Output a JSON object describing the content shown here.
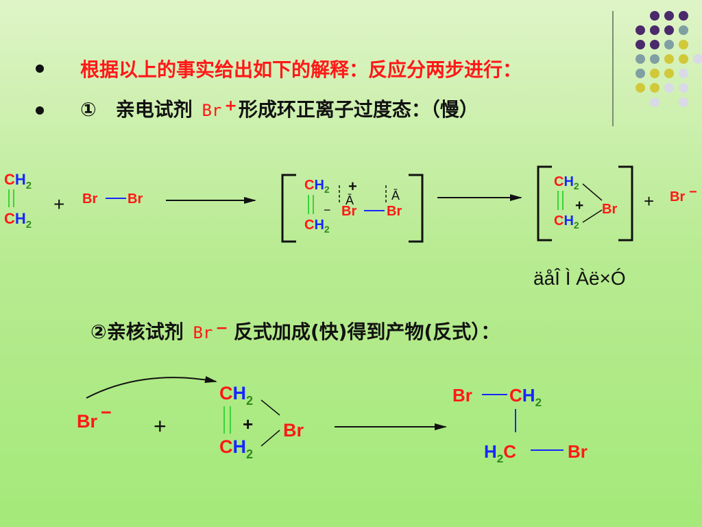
{
  "colors": {
    "red": "#ff1818",
    "blue": "#1726ff",
    "green_dark": "#2d8b1d",
    "double_bond": "#39d339",
    "black": "#111111"
  },
  "dot_grid": {
    "cells": [
      {
        "row": 0,
        "col": 2,
        "color": "#4b2a6b"
      },
      {
        "row": 0,
        "col": 3,
        "color": "#4b2a6b"
      },
      {
        "row": 0,
        "col": 4,
        "color": "#4b2a6b"
      },
      {
        "row": 1,
        "col": 1,
        "color": "#4b2a6b"
      },
      {
        "row": 1,
        "col": 2,
        "color": "#4b2a6b"
      },
      {
        "row": 1,
        "col": 3,
        "color": "#4b2a6b"
      },
      {
        "row": 1,
        "col": 4,
        "color": "#7f9fa2"
      },
      {
        "row": 2,
        "col": 1,
        "color": "#4b2a6b"
      },
      {
        "row": 2,
        "col": 2,
        "color": "#4b2a6b"
      },
      {
        "row": 2,
        "col": 3,
        "color": "#7f9fa2"
      },
      {
        "row": 2,
        "col": 4,
        "color": "#d1c83a"
      },
      {
        "row": 3,
        "col": 1,
        "color": "#7f9fa2"
      },
      {
        "row": 3,
        "col": 2,
        "color": "#7f9fa2"
      },
      {
        "row": 3,
        "col": 3,
        "color": "#d1c83a"
      },
      {
        "row": 3,
        "col": 4,
        "color": "#d1c83a"
      },
      {
        "row": 3,
        "col": 5,
        "color": "#d9d9e8"
      },
      {
        "row": 4,
        "col": 1,
        "color": "#7f9fa2"
      },
      {
        "row": 4,
        "col": 2,
        "color": "#d1c83a"
      },
      {
        "row": 4,
        "col": 3,
        "color": "#d1c83a"
      },
      {
        "row": 4,
        "col": 4,
        "color": "#d9d9e8"
      },
      {
        "row": 5,
        "col": 1,
        "color": "#d1c83a"
      },
      {
        "row": 5,
        "col": 2,
        "color": "#d1c83a"
      },
      {
        "row": 5,
        "col": 3,
        "color": "#d9d9e8"
      },
      {
        "row": 5,
        "col": 4,
        "color": "#d9d9e8"
      },
      {
        "row": 6,
        "col": 2,
        "color": "#d9d9e8"
      },
      {
        "row": 6,
        "col": 4,
        "color": "#d9d9e8"
      }
    ]
  },
  "text": {
    "line1": "根据以上的事实给出如下的解释：反应分两步进行：",
    "line2_prefix": "①　亲电试剂",
    "line2_reagent": "Br",
    "line2_charge": "+",
    "line2_suffix": "形成环正离子过度态：（慢）",
    "line3_prefix": "②亲核试剂",
    "line3_reagent": "Br",
    "line3_charge": "−",
    "line3_suffix": "反式加成(快)得到产物(反式）："
  },
  "reaction1": {
    "reactant_top": {
      "c": "C",
      "h": "H",
      "sub": "2"
    },
    "reactant_bottom": {
      "c": "C",
      "h": "H",
      "sub": "2"
    },
    "plus": "+",
    "br_left": "Br",
    "br_right": "Br",
    "ts1_top": {
      "c": "C",
      "h": "H",
      "sub": "2"
    },
    "ts1_bottom": {
      "c": "C",
      "h": "H",
      "sub": "2"
    },
    "ts1_plus": "+",
    "ts1_minus": "−",
    "ts1_a1": "Ā",
    "ts1_a2": "Ā",
    "ts1_br1": "Br",
    "ts1_br2": "Br",
    "ts2_top": {
      "c": "C",
      "h": "H",
      "sub": "2"
    },
    "ts2_bottom": {
      "c": "C",
      "h": "H",
      "sub": "2"
    },
    "ts2_plus": "+",
    "ts2_br": "Br",
    "plus2": "+",
    "br_minus": "Br",
    "br_minus_charge": "−",
    "garbled_label": "äåÎ Ì Àë×Ó"
  },
  "reaction2": {
    "br_minus": "Br",
    "br_minus_charge": "−",
    "plus": "+",
    "int_top": {
      "c": "C",
      "h": "H",
      "sub": "2"
    },
    "int_bottom": {
      "c": "C",
      "h": "H",
      "sub": "2"
    },
    "int_plus": "+",
    "int_br": "Br",
    "prod_br_top": "Br",
    "prod_top": {
      "c": "C",
      "h": "H",
      "sub": "2"
    },
    "prod_bottom": {
      "h": "H",
      "sub": "2",
      "c": "C"
    },
    "prod_br_bottom": "Br"
  }
}
